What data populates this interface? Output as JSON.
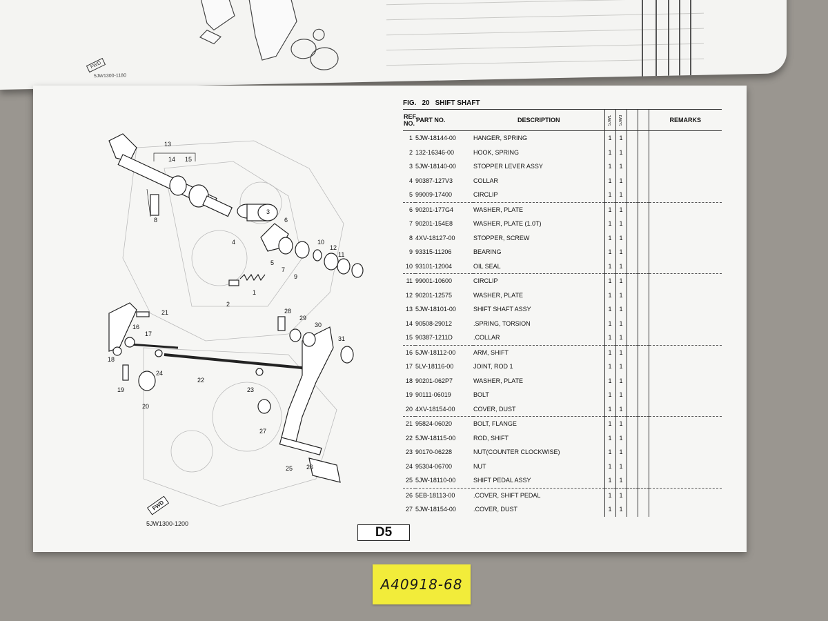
{
  "top_page": {
    "fwd_label": "FWD",
    "code": "5JW1300-1180"
  },
  "main_page": {
    "figure": {
      "fwd_label": "FWD",
      "code": "5JW1300-1200",
      "callouts": [
        "1",
        "2",
        "3",
        "4",
        "5",
        "6",
        "7",
        "8",
        "9",
        "10",
        "11",
        "12",
        "13",
        "14",
        "15",
        "16",
        "17",
        "18",
        "19",
        "20",
        "21",
        "22",
        "23",
        "24",
        "25",
        "26",
        "27",
        "28",
        "29",
        "30",
        "31"
      ]
    },
    "table": {
      "fig_no_label": "FIG.",
      "fig_no": "20",
      "fig_title": "SHIFT SHAFT",
      "headers": {
        "ref": "REF. NO.",
        "part_no": "PART NO.",
        "description": "DESCRIPTION",
        "model_1": "5JW1",
        "model_2": "5JW3",
        "remarks": "REMARKS"
      },
      "rows": [
        {
          "ref": "1",
          "part_no": "5JW-18144-00",
          "desc": "HANGER, SPRING",
          "q1": "1",
          "q2": "1"
        },
        {
          "ref": "2",
          "part_no": "132-16346-00",
          "desc": "HOOK, SPRING",
          "q1": "1",
          "q2": "1"
        },
        {
          "ref": "3",
          "part_no": "5JW-18140-00",
          "desc": "STOPPER LEVER ASSY",
          "q1": "1",
          "q2": "1"
        },
        {
          "ref": "4",
          "part_no": "90387-127V3",
          "desc": "COLLAR",
          "q1": "1",
          "q2": "1"
        },
        {
          "ref": "5",
          "part_no": "99009-17400",
          "desc": "CIRCLIP",
          "q1": "1",
          "q2": "1"
        },
        {
          "ref": "6",
          "part_no": "90201-177G4",
          "desc": "WASHER, PLATE",
          "q1": "1",
          "q2": "1"
        },
        {
          "ref": "7",
          "part_no": "90201-154E8",
          "desc": "WASHER, PLATE (1.0T)",
          "q1": "1",
          "q2": "1"
        },
        {
          "ref": "8",
          "part_no": "4XV-18127-00",
          "desc": "STOPPER, SCREW",
          "q1": "1",
          "q2": "1"
        },
        {
          "ref": "9",
          "part_no": "93315-11206",
          "desc": "BEARING",
          "q1": "1",
          "q2": "1"
        },
        {
          "ref": "10",
          "part_no": "93101-12004",
          "desc": "OIL SEAL",
          "q1": "1",
          "q2": "1"
        },
        {
          "ref": "11",
          "part_no": "99001-10600",
          "desc": "CIRCLIP",
          "q1": "1",
          "q2": "1"
        },
        {
          "ref": "12",
          "part_no": "90201-12575",
          "desc": "WASHER, PLATE",
          "q1": "1",
          "q2": "1"
        },
        {
          "ref": "13",
          "part_no": "5JW-18101-00",
          "desc": "SHIFT SHAFT ASSY",
          "q1": "1",
          "q2": "1"
        },
        {
          "ref": "14",
          "part_no": "90508-29012",
          "desc": ".SPRING, TORSION",
          "q1": "1",
          "q2": "1"
        },
        {
          "ref": "15",
          "part_no": "90387-1211D",
          "desc": ".COLLAR",
          "q1": "1",
          "q2": "1"
        },
        {
          "ref": "16",
          "part_no": "5JW-18112-00",
          "desc": "ARM, SHIFT",
          "q1": "1",
          "q2": "1"
        },
        {
          "ref": "17",
          "part_no": "5LV-18116-00",
          "desc": "JOINT, ROD 1",
          "q1": "1",
          "q2": "1"
        },
        {
          "ref": "18",
          "part_no": "90201-062P7",
          "desc": "WASHER, PLATE",
          "q1": "1",
          "q2": "1"
        },
        {
          "ref": "19",
          "part_no": "90111-06019",
          "desc": "BOLT",
          "q1": "1",
          "q2": "1"
        },
        {
          "ref": "20",
          "part_no": "4XV-18154-00",
          "desc": "COVER, DUST",
          "q1": "1",
          "q2": "1"
        },
        {
          "ref": "21",
          "part_no": "95824-06020",
          "desc": "BOLT, FLANGE",
          "q1": "1",
          "q2": "1"
        },
        {
          "ref": "22",
          "part_no": "5JW-18115-00",
          "desc": "ROD, SHIFT",
          "q1": "1",
          "q2": "1"
        },
        {
          "ref": "23",
          "part_no": "90170-06228",
          "desc": "NUT(COUNTER CLOCKWISE)",
          "q1": "1",
          "q2": "1"
        },
        {
          "ref": "24",
          "part_no": "95304-06700",
          "desc": "NUT",
          "q1": "1",
          "q2": "1"
        },
        {
          "ref": "25",
          "part_no": "5JW-18110-00",
          "desc": "SHIFT PEDAL ASSY",
          "q1": "1",
          "q2": "1"
        },
        {
          "ref": "26",
          "part_no": "5EB-18113-00",
          "desc": ".COVER, SHIFT PEDAL",
          "q1": "1",
          "q2": "1"
        },
        {
          "ref": "27",
          "part_no": "5JW-18154-00",
          "desc": ".COVER, DUST",
          "q1": "1",
          "q2": "1"
        }
      ],
      "dashed_before": [
        6,
        11,
        16,
        21,
        26
      ]
    },
    "page_id": "D5"
  },
  "sticker": {
    "text": "A40918-68",
    "color": "#f2ec3a"
  }
}
